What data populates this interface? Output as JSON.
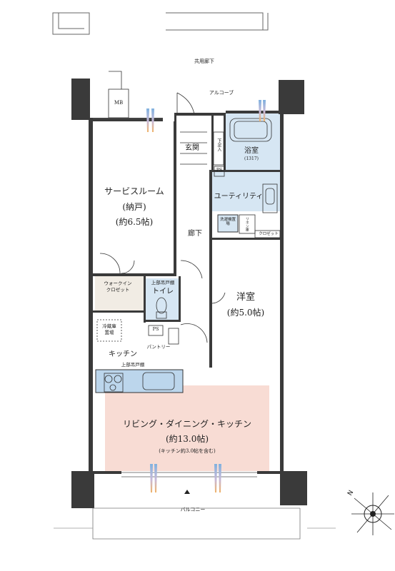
{
  "plan": {
    "common_corridor": "共用廊下",
    "alcove": "アルコーブ",
    "mb": "MB",
    "entrance": "玄関",
    "shoe_closet": "下足入",
    "bath": "浴室",
    "bath_size": "(1317)",
    "ps_1": "PS",
    "utility": "ユーティリティ",
    "washer_area": "洗濯機置場",
    "linen_cabinet": "リネン庫",
    "closet": "クロゼット",
    "service_room": "サービスルーム",
    "service_room_note": "(納戸)",
    "service_room_size": "(約6.5帖)",
    "hallway": "廊下",
    "walkin_closet_1": "ウォークイン",
    "walkin_closet_2": "クロゼット",
    "upper_cabinet_toilet": "上部吊戸棚",
    "toilet": "トイレ",
    "ps_2": "PS",
    "western_room": "洋室",
    "western_room_size": "(約5.0帖)",
    "fridge_1": "冷蔵庫",
    "fridge_2": "置場",
    "pantry": "パントリー",
    "kitchen": "キッチン",
    "upper_cabinet_kitchen": "上部吊戸棚",
    "ldk": "リビング・ダイニング・キッチン",
    "ldk_size": "(約13.0帖)",
    "ldk_note": "(キッチン約3.0帖を含む)",
    "balcony": "バルコニー",
    "compass_north": "N"
  },
  "colors": {
    "wall": "#3a3a3a",
    "wet_area": "#d6e6f3",
    "ldk_fill": "#f8dcd4",
    "counter_fill": "#bcd6ec",
    "closet_fill": "#f1ece4",
    "airflow_blue": "#7fb1df",
    "airflow_orange": "#f0b36a"
  }
}
